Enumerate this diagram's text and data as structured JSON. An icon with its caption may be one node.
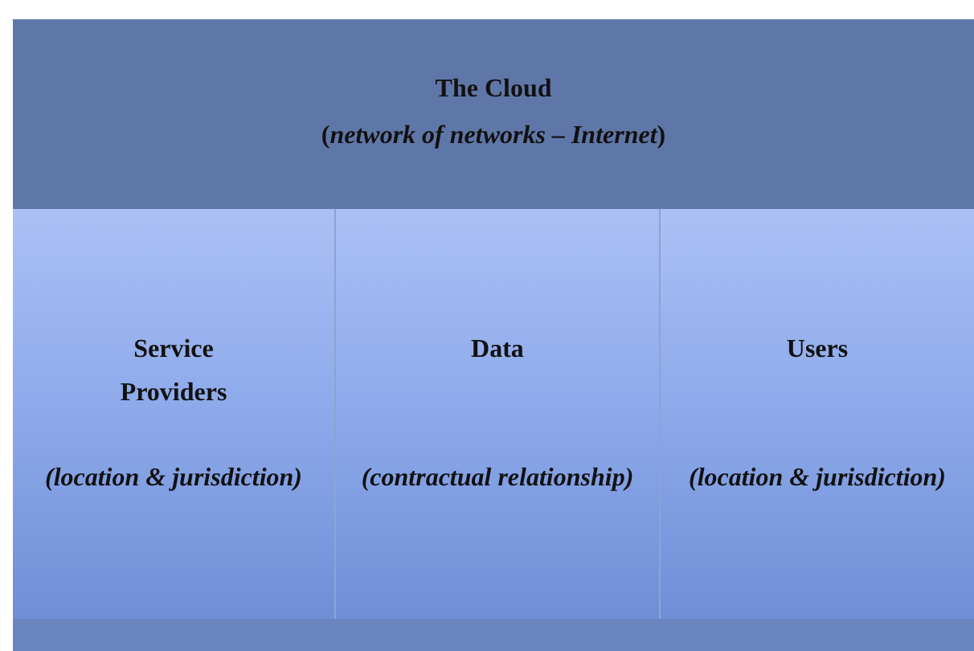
{
  "diagram": {
    "nodes": [
      {
        "text": [
          "The Cloud",
          "(*network of networks – Internet*)"
        ]
      },
      {
        "text": [
          "Service Providers",
          "(location & jurisdiction)"
        ]
      },
      {
        "text": [
          "Data",
          "(contractual relationship)"
        ]
      },
      {
        "text": [
          "Users",
          "(location & jurisdiction)"
        ]
      }
    ]
  }
}
